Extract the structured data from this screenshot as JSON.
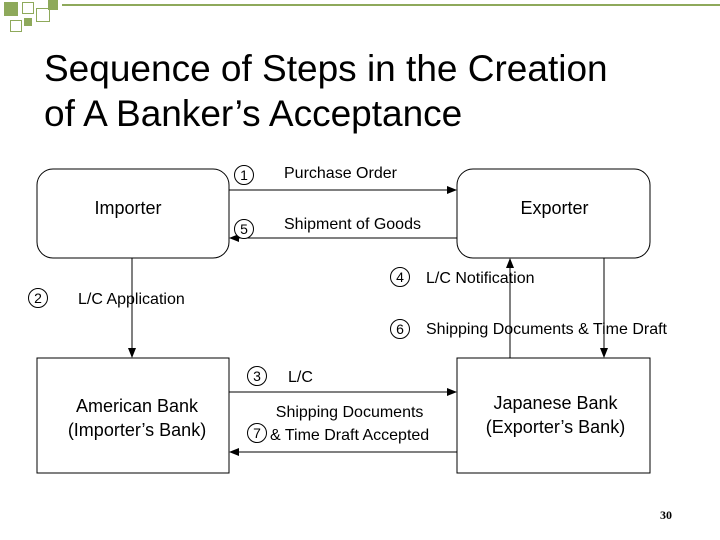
{
  "title": {
    "line1": "Sequence of Steps in the Creation",
    "line2": "of A Banker’s Acceptance"
  },
  "nodes": {
    "importer": "Importer",
    "exporter": "Exporter",
    "american_bank_line1": "American Bank",
    "american_bank_line2": "(Importer’s Bank)",
    "japanese_bank_line1": "Japanese Bank",
    "japanese_bank_line2": "(Exporter’s Bank)"
  },
  "steps": [
    {
      "num": "1",
      "label": "Purchase Order"
    },
    {
      "num": "2",
      "label": "L/C Application"
    },
    {
      "num": "3",
      "label": "L/C"
    },
    {
      "num": "4",
      "label": "L/C Notification"
    },
    {
      "num": "5",
      "label": "Shipment of Goods"
    },
    {
      "num": "6",
      "label": "Shipping Documents & Time Draft"
    },
    {
      "num": "7",
      "label_line1": "Shipping Documents",
      "label_line2": "& Time Draft Accepted"
    }
  ],
  "page_number": "30",
  "colors": {
    "accent": "#8ea95b",
    "line": "#000000"
  }
}
